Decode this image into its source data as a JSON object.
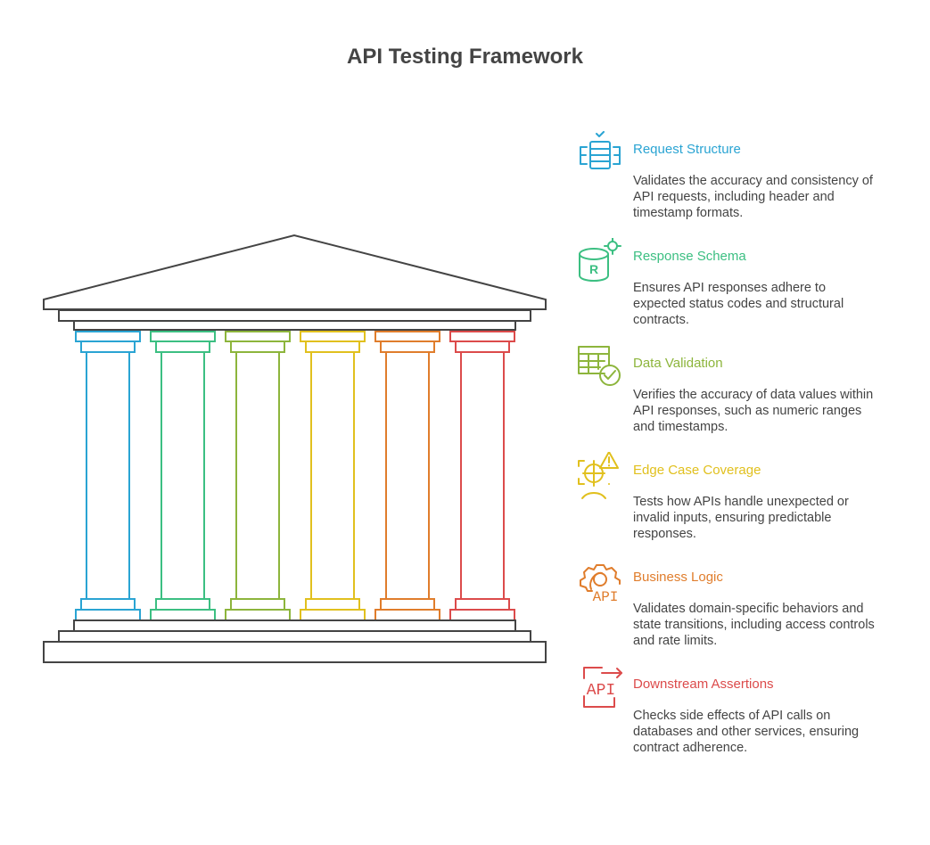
{
  "title": "API Testing Framework",
  "colors": {
    "outline": "#444444",
    "pillars": [
      "#2aa4d3",
      "#3cbf82",
      "#8db53c",
      "#e1c01e",
      "#e07d2c",
      "#dc4b4b"
    ]
  },
  "items": [
    {
      "heading": "Request Structure",
      "description": "Validates the accuracy and consistency of API requests, including header and timestamp formats.",
      "color": "#2aa4d3",
      "icon": "stacked-list-check-icon"
    },
    {
      "heading": "Response Schema",
      "description": "Ensures API responses adhere to expected status codes and structural contracts.",
      "color": "#3cbf82",
      "icon": "database-gear-icon",
      "icon_text": "R"
    },
    {
      "heading": "Data Validation",
      "description": "Verifies the accuracy of data values within API responses, such as numeric ranges and timestamps.",
      "color": "#8db53c",
      "icon": "table-check-icon"
    },
    {
      "heading": "Edge Case Coverage",
      "description": "Tests how APIs handle unexpected or invalid inputs, ensuring predictable responses.",
      "color": "#e1c01e",
      "icon": "target-warning-icon"
    },
    {
      "heading": "Business Logic",
      "description": "Validates domain-specific behaviors and state transitions, including access controls and rate limits.",
      "color": "#e07d2c",
      "icon": "gear-api-icon",
      "icon_text": "API"
    },
    {
      "heading": "Downstream Assertions",
      "description": "Checks side effects of API calls on databases and other services, ensuring contract adherence.",
      "color": "#dc4b4b",
      "icon": "api-export-icon",
      "icon_text": "API"
    }
  ]
}
